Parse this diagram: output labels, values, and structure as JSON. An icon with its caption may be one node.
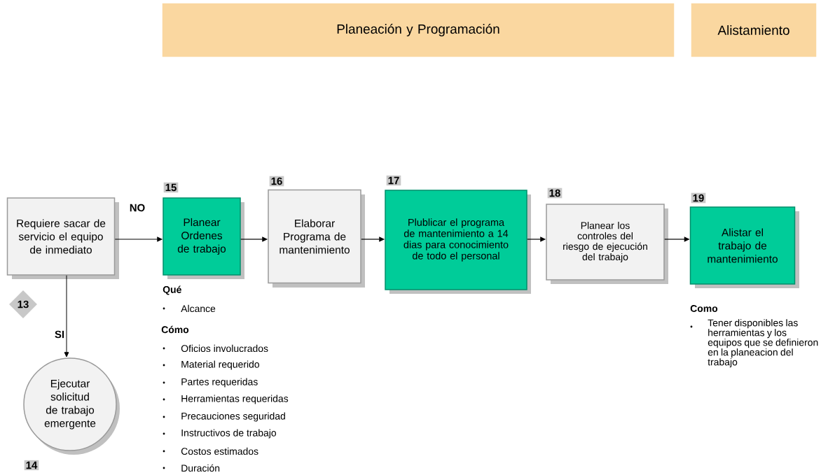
{
  "diagram": {
    "nodes": [
      {
        "text": [
          "Planeación y Programación"
        ]
      },
      {
        "text": [
          "Alistamiento"
        ]
      },
      {
        "text": [
          "Requiere sacar de servicio el equipo de inmediato"
        ],
        "beside": [
          "13"
        ]
      },
      {
        "text": [
          "Ejecutar solicitud de trabajo emergente"
        ],
        "beside": [
          "14"
        ]
      },
      {
        "text": [
          "Planear Ordenes de trabajo"
        ],
        "beside": [
          "15"
        ]
      },
      {
        "text": [
          "Elaborar Programa de mantenimiento"
        ],
        "beside": [
          "16"
        ]
      },
      {
        "text": [
          "Plublicar el programa de mantenimiento a 14 dias para conocimiento de todo el personal"
        ],
        "beside": [
          "17"
        ]
      },
      {
        "text": [
          "Planear los controles del riesgo de ejecución del trabajo"
        ],
        "beside": [
          "18"
        ]
      },
      {
        "text": [
          "Alistar el trabajo de mantenimiento"
        ],
        "beside": [
          "19"
        ]
      }
    ],
    "edges": [
      {
        "from": 2,
        "to": 4,
        "arrow": "to",
        "label": "NO"
      },
      {
        "from": 2,
        "to": 3,
        "arrow": "to",
        "label": "SI"
      },
      {
        "from": 4,
        "to": 5,
        "arrow": "to"
      },
      {
        "from": 5,
        "to": 6,
        "arrow": "to"
      },
      {
        "from": 6,
        "to": 7,
        "arrow": "to"
      },
      {
        "from": 7,
        "to": 8,
        "arrow": "to"
      }
    ],
    "labels": [
      "Qué",
      "Alcance",
      "Cómo",
      "Oficios involucrados",
      "Material requerido",
      "Partes requeridas",
      "Herramientas requeridas",
      "Precauciones seguridad",
      "Instructivos de trabajo",
      "Costos estimados",
      "Duración",
      "Como",
      "Tener disponibles las herramientas y los equipos que se definieron en la planeacion del trabajo"
    ]
  }
}
